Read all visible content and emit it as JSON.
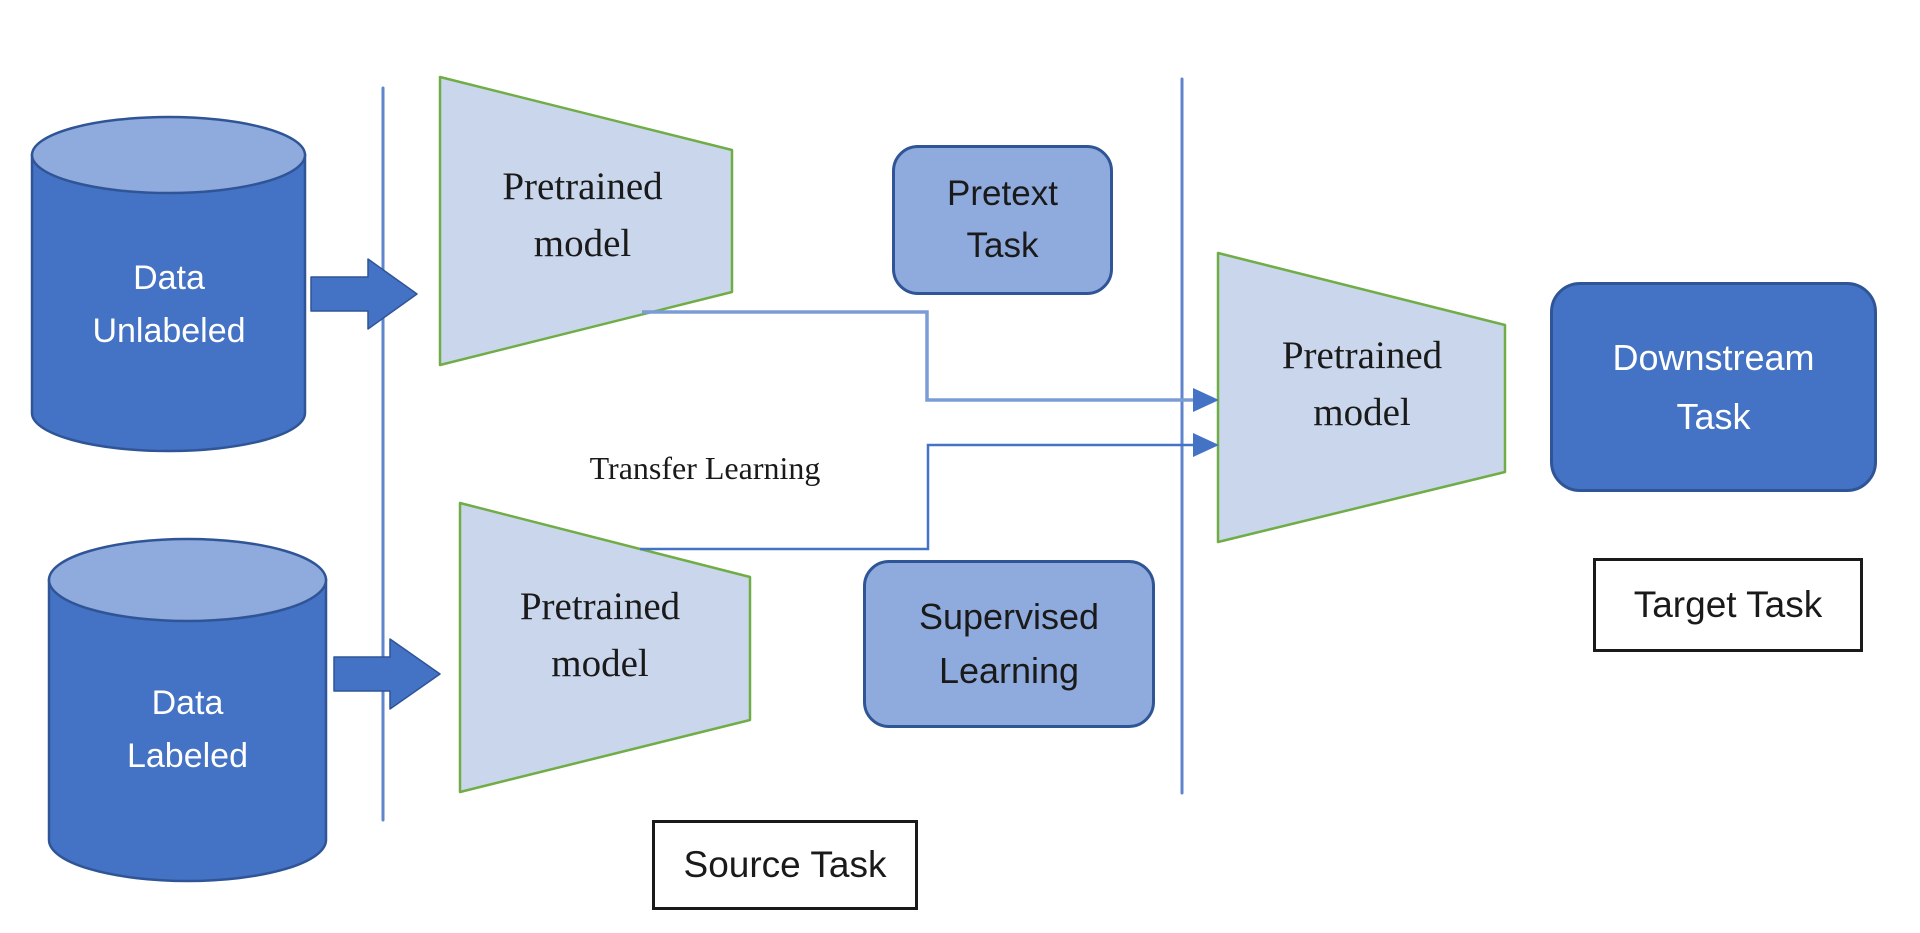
{
  "colors": {
    "primary_blue": "#4472C4",
    "medium_blue": "#8FAADC",
    "trapezoid_fill": "#C9D6EC",
    "trapezoid_border": "#70AD47",
    "dark_blue_border": "#2F5597",
    "connector_light": "#7C9CD6",
    "box_border_black": "#1a1a1a",
    "text_dark": "#1a1a1a",
    "text_white": "#FFFFFF",
    "background": "#FFFFFF"
  },
  "nodes": {
    "data_unlabeled": {
      "label": "Data Unlabeled"
    },
    "data_labeled": {
      "label": "Data Labeled"
    },
    "pretrained_model_source_top": {
      "label": "Pretrained model"
    },
    "pretrained_model_source_bottom": {
      "label": "Pretrained model"
    },
    "pretrained_model_target": {
      "label": "Pretrained model"
    },
    "pretext_task": {
      "label": "Pretext Task"
    },
    "supervised_learning": {
      "label": "Supervised Learning"
    },
    "downstream_task": {
      "label": "Downstream Task"
    },
    "target_task": {
      "label": "Target Task"
    },
    "source_task": {
      "label": "Source Task"
    }
  },
  "annotations": {
    "transfer_learning": {
      "label": "Transfer Learning"
    }
  }
}
